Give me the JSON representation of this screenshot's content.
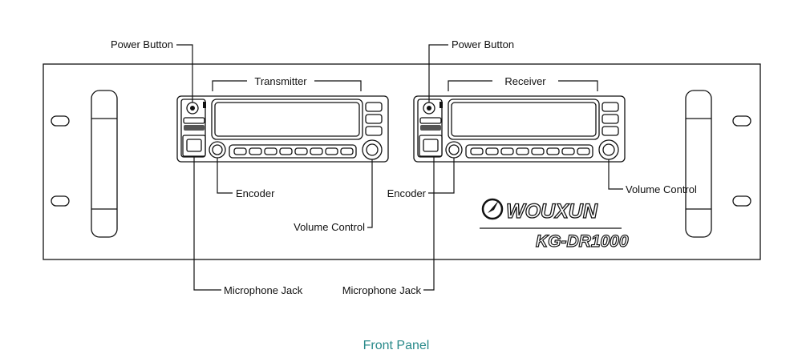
{
  "labels": {
    "tx_power": "Power Button",
    "rx_power": "Power Button",
    "transmitter": "Transmitter",
    "receiver": "Receiver",
    "tx_encoder": "Encoder",
    "rx_encoder": "Encoder",
    "tx_volume": "Volume Control",
    "rx_volume": "Volume Control",
    "tx_mic": "Microphone Jack",
    "rx_mic": "Microphone Jack"
  },
  "brand": {
    "name": "WOUXUN",
    "model": "KG-DR1000"
  },
  "caption": "Front Panel",
  "colors": {
    "caption": "#2a8a8a",
    "line": "#111111"
  }
}
